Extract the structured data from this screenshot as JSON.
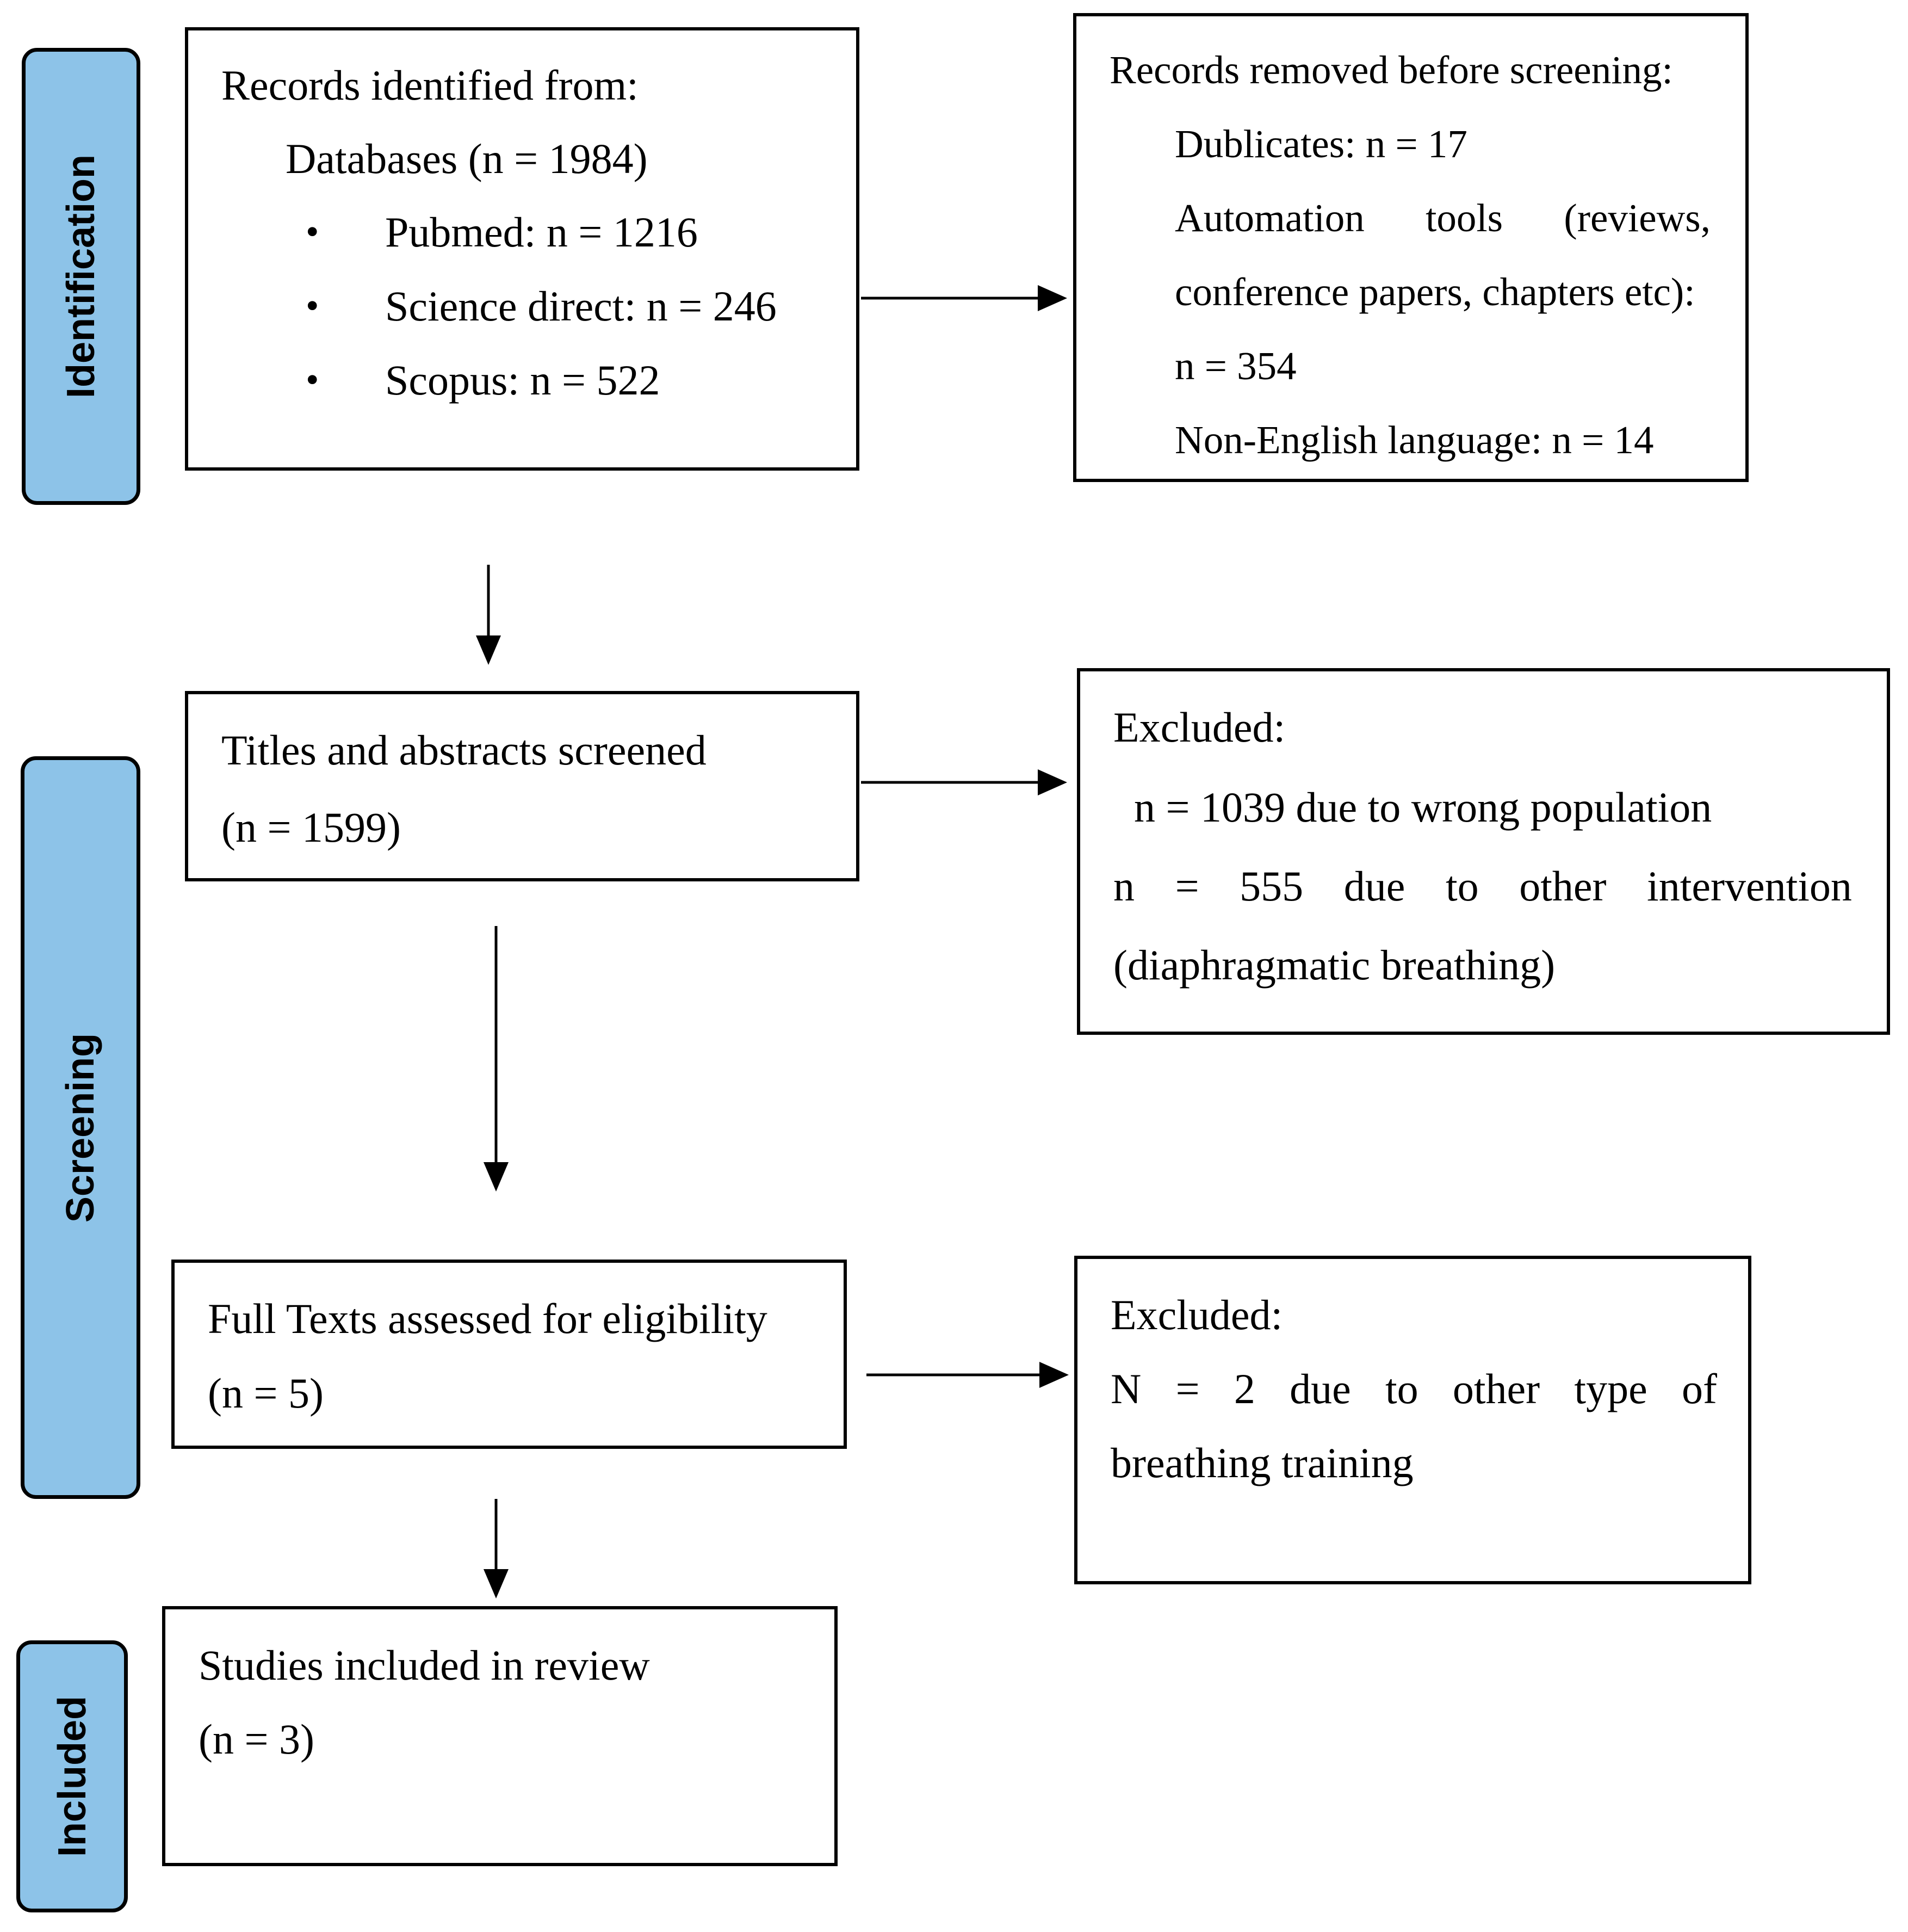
{
  "phases": {
    "identification": "Identification",
    "screening": "Screening",
    "included": "Included"
  },
  "identified": {
    "title": "Records identified from:",
    "databases": "Databases (n = 1984)",
    "sources": [
      "Pubmed: n = 1216",
      "Science direct: n = 246",
      "Scopus: n = 522"
    ],
    "bullet": "•"
  },
  "removed": {
    "title": "Records removed before screening:",
    "duplicates": "Dublicates: n = 17",
    "automation_words": [
      "Automation",
      "tools",
      "(reviews,"
    ],
    "automation_line2": "conference papers, chapters etc):",
    "automation_line3": "n = 354",
    "non_english": "Non-English language: n = 14"
  },
  "screened": {
    "line1": "Titles and abstracts screened",
    "line2": "(n = 1599)"
  },
  "excluded1": {
    "title": "Excluded:",
    "line1": "n = 1039 due to wrong population",
    "line2_words": [
      "n",
      "=",
      "555",
      "due",
      "to",
      "other",
      "intervention"
    ],
    "line3": "(diaphragmatic breathing)"
  },
  "fulltext": {
    "line1": "Full Texts assessed for eligibility",
    "line2": "(n = 5)"
  },
  "excluded2": {
    "title": "Excluded:",
    "line1_words": [
      "N",
      "=",
      "2",
      "due",
      "to",
      "other",
      "type",
      "of"
    ],
    "line2": "breathing training"
  },
  "included": {
    "line1": "Studies included in review",
    "line2": "(n = 3)"
  }
}
